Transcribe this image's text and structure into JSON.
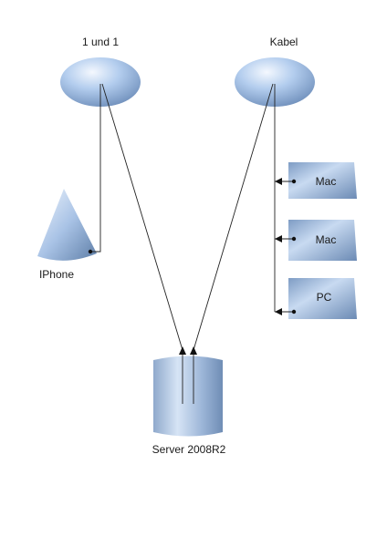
{
  "nodes": {
    "isp_1und1": {
      "label": "1 und 1"
    },
    "isp_kabel": {
      "label": "Kabel"
    },
    "iphone": {
      "label": "IPhone"
    },
    "server": {
      "label": "Server 2008R2"
    },
    "devices": [
      {
        "label": "Mac"
      },
      {
        "label": "Mac"
      },
      {
        "label": "PC"
      }
    ]
  },
  "colors": {
    "shape_light": "#e8f0fb",
    "shape_mid": "#a9c3e6",
    "shape_dark": "#5f7fa8",
    "line": "#222222"
  }
}
